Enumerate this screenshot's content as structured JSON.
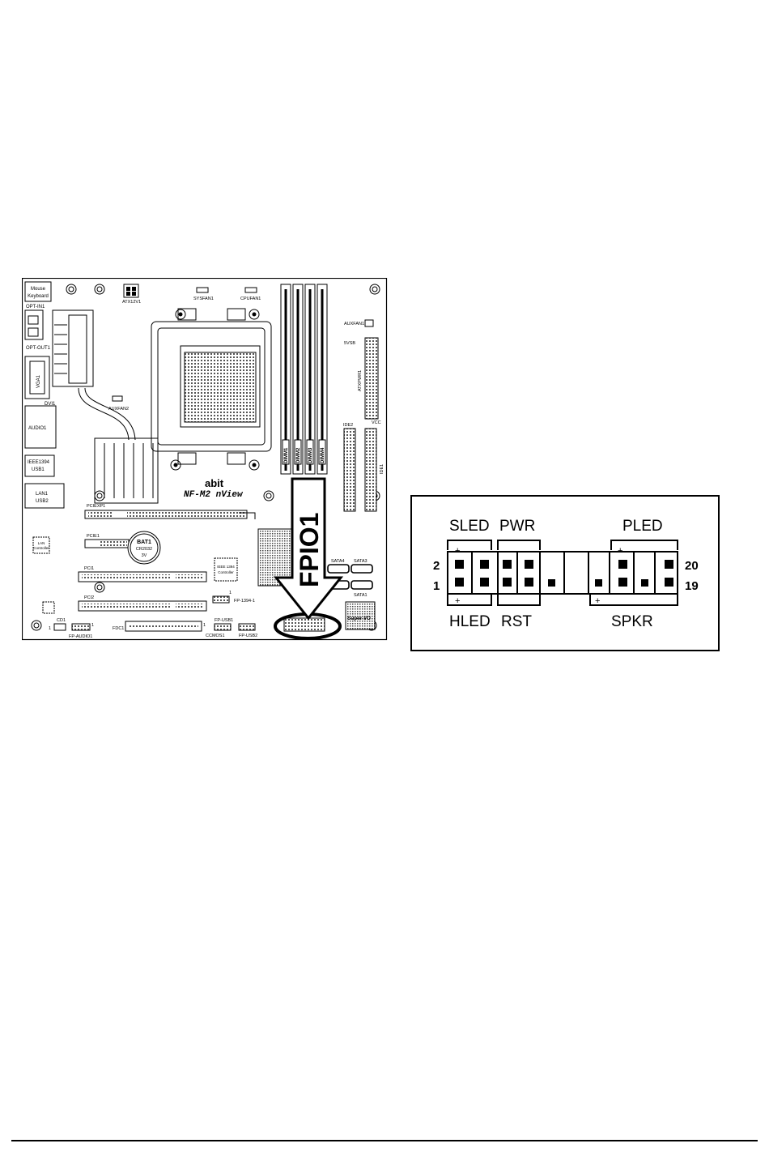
{
  "board": {
    "brand": "abit",
    "model": "NF-M2 nView",
    "callout": "FPIO1",
    "labels": {
      "mouse_keyboard": [
        "Mouse",
        "Keyboard"
      ],
      "opt_in": "OPT-IN1",
      "opt_out": "OPT-OUT1",
      "vga": "VGA1",
      "dvi": "DVI1",
      "audio": "AUDIO1",
      "ieee1394_usb1": [
        "IEEE1394",
        "USB1"
      ],
      "lan_usb2": [
        "LAN1",
        "USB2"
      ],
      "atx12v": "ATX12V1",
      "sysfan": "SYSFAN1",
      "cpufan": "CPUFAN1",
      "auxfan2": "AUXFAN2",
      "auxfan1": "AUXFAN1",
      "svsb": "5VSB",
      "atxpwr": "ATXPWR1",
      "vcc": "VCC",
      "ide2": "IDE2",
      "ide1": "IDE1",
      "dimms": [
        "DIMM1",
        "DIMM2",
        "DIMM3",
        "DIMM4"
      ],
      "pciexp1": "PCIEXP1",
      "pcie1": "PCIE1",
      "pci1": "PCI1",
      "pci2": "PCI2",
      "bat_title": "BAT1",
      "bat_type": "CR2032",
      "bat_volt": "3V",
      "ieee_ctrl": [
        "IEEE 1394",
        "Controller"
      ],
      "lan_ctrl": [
        "LAN",
        "Controller"
      ],
      "fp1394": "FP-1394-1",
      "fpusb1": "FP-USB1",
      "fpusb2": "FP-USB2",
      "fdc": "FDC1",
      "ccmos": "CCMOS1",
      "cd": "CD1",
      "fpaudio": "FP-AUDIO1",
      "sata4": "SATA4",
      "sata3": "SATA3",
      "sata1": "SATA1",
      "superio": "Super I/O",
      "pin_one": "1"
    }
  },
  "pinout": {
    "top_labels": [
      "SLED",
      "PWR",
      "PLED"
    ],
    "bottom_labels": [
      "HLED",
      "RST",
      "SPKR"
    ],
    "left_top_pin": "2",
    "left_bottom_pin": "1",
    "right_top_pin": "20",
    "right_bottom_pin": "19",
    "plus": "+"
  }
}
